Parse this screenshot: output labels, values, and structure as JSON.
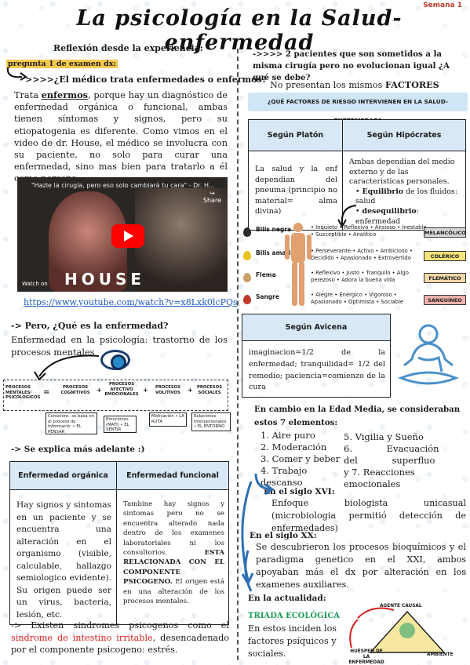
{
  "header": {
    "week": "Semana 1",
    "title": "La psicología en la Salud-enfermedad"
  },
  "left": {
    "subtitle": "Reflexión desde la experiencia:",
    "exam_tag": "pregunta 1 de examen dx:",
    "q1": ">>>>¿El médico trata enfermedades o enfermos?",
    "p1_a": "Trata ",
    "p1_em": "enfermos",
    "p1_b": ", porque hay un diagnóstico de enfermedad orgánica o funcional, ambas tienen síntomas y signos, pero su etiopatogenia es diferente. Como vimos en el video de dr. House, el médico se involucra con su paciente, no solo para curar una enfermedad, sino mas bien para tratarlo a él como persona.",
    "video": {
      "title": "\"Hazle la cirugía, pero eso solo cambiará tu cara\" - Dr. H...",
      "share": "Share",
      "watch": "Watch on",
      "brand": "HOUSE"
    },
    "link": "https://www.youtube.com/watch?v=x8Lxk0lcPQs",
    "q2": "-> Pero, ¿Qué es la enfermedad?",
    "p2": "Enfermedad en la psicología: trastorno de los procesos mentales",
    "processes": {
      "main": "PROCESOS MENTALES/ PSICOLOGICOS",
      "eq": "=",
      "items": [
        "PROCESOS COGNITIVOS",
        "PROCESOS AFECTIVO EMOCIONALES",
        "PROCESOS VOLITIVOS",
        "PROCESOS SOCIALES"
      ],
      "plus": "+",
      "details": [
        "Conscienc. se basa en el proceso de informació: • EL PENSAR",
        "Emociones (MATI) • EL SENTIR",
        "Motivación • LA RUTA",
        "Relaciones Interpersonales • EL ENTORNO"
      ]
    },
    "q3": "-> Se explica más adelante :)",
    "table": {
      "h1": "Enfermedad orgánica",
      "h2": "Enfermedad funcional",
      "c1": "Hay signos y sintomas en un paciente y se encuentra una alteración en el organismo (visible, calculable, hallazgo semiologico evidente). Su origen puede ser un virus, bacteria, lesión, etc.",
      "c2_a": "Tambine hay signos y sintomas pero no se encuentra alterado nada dentro de los examenes laboratoriales ni los consultorios. ",
      "c2_b": "ESTA RELACIONADA CON EL COMPONENTE PSICOGENO.",
      "c2_c": " El origen está en una alteración de los procesos mentales."
    },
    "p3_a": "-> Existen sindromes psicogenos como el ",
    "p3_red": "sindrome de intestino irritable",
    "p3_b": ", desencadenado por el componente psicogeno: estrés."
  },
  "right": {
    "q1": "->>>> 2 pacientes que son sometidos a la misma cirugía pero no evolucionan igual ¿A qué se debe?",
    "p1_a": "No presentan los mismos ",
    "p1_b": "FACTORES DE RIESGO",
    "banner": "¿QUÉ FACTORES DE RIESGO INTERVIENEN EN LA SALUD-ENFERMEDAD?",
    "t1": {
      "h1": "Según Platón",
      "h2": "Según Hipócrates",
      "c1": "La salud y la enf dependian del pneuma (principio no material= alma divina)",
      "c2": "Ambas dependian del medio externo y de las caracteristicas personales.",
      "b1_b": "Equilibrio",
      "b1": " de los fluidos: salud",
      "b2_b": "desequilibrio",
      "b2": ": enfermedad"
    },
    "humors": [
      {
        "name": "Bilis negra",
        "traits": "• Inquieto • Reflexivo • Ansioso  • Inestable • Susceptible • Analítico",
        "tag": "MELANCÓLICO",
        "color": "#2b2b2b",
        "tagbg": "#d9d9d9"
      },
      {
        "name": "Bilis amarilla",
        "traits": "• Perseverante • Activo • Ambicioso  • Decidido • Apasionado • Extrovertido",
        "tag": "COLÉRICO",
        "color": "#e8c21a",
        "tagbg": "#f6e27a"
      },
      {
        "name": "Flema",
        "traits": "• Reflexivo • Justo • Tranquilo  • Algo perezoso • Adora la buena vida",
        "tag": "FLEMÁTICO",
        "color": "#c8a068",
        "tagbg": "#f3d9a8"
      },
      {
        "name": "Sangre",
        "traits": "• Alegre • Enérgico • Vigoroso  • Apasionado • Optimista • Sociable",
        "tag": "SANGUÍNEO",
        "color": "#c0392b",
        "tagbg": "#f2b3ad"
      }
    ],
    "avicena": {
      "h": "Según Avicena",
      "body": "imaginacion=1/2 de la enfermedad; tranquilidad= 1/2 del remedio; paciencia=comienzo de la cura"
    },
    "middle": "En cambio en la Edad Media, se consideraban estos 7 elementos:",
    "elements": [
      "1. Aire puro",
      "2. Moderación",
      "3. Comer y beber",
      "4. Trabajo descanso",
      "5. Vigilia y Sueño",
      "6. Evacuación del superfluo",
      "y 7. Reacciones emocionales"
    ],
    "s16": "En el siglo XVI:",
    "s16_body": "Enfoque biologista unicasual (microbiologia permitió detección de enfermedades)",
    "s20": "En el siglo XX:",
    "s20_body": "Se descubrieron los procesos bioquímicos y el paradigma genetico en el XXI, ambos apoyaban más el dx por alteración en los examenes auxiliares.",
    "now": "En la actualidad:",
    "triad": "TRIADA ECOLÓGICA",
    "triad_body": "En estos inciden los factores psíquicos y sociales.",
    "triad_labels": {
      "top": "AGENTE CAUSAL",
      "left": "HUÉSPED DE LA ENFERMEDAD",
      "right": "AMBIENTE"
    }
  }
}
